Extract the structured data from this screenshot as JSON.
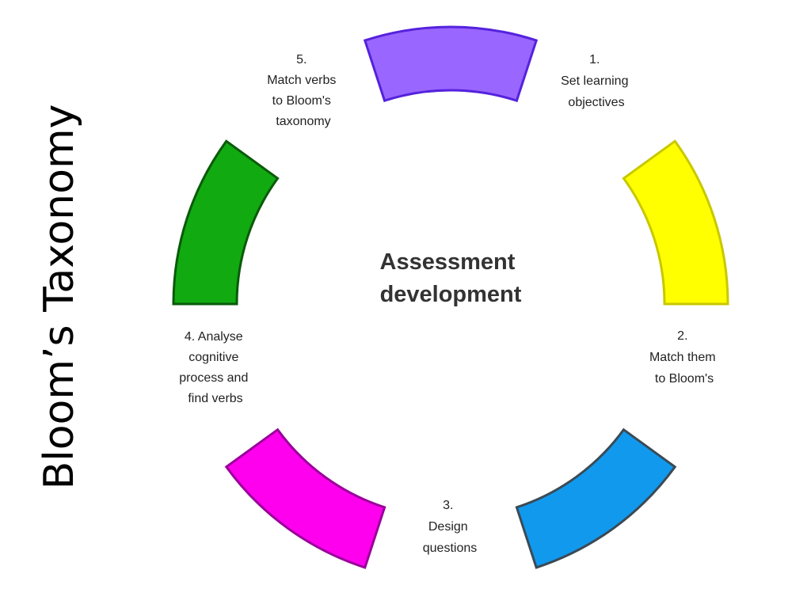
{
  "slide": {
    "title": "Bloom’s Taxonomy"
  },
  "diagram": {
    "center": {
      "lines": [
        "Assessment",
        "development"
      ]
    },
    "steps": [
      {
        "lines": [
          "1.",
          "Set learning",
          "objectives"
        ],
        "fill": "#ffff00",
        "stroke": "#c8c800"
      },
      {
        "lines": [
          "2.",
          "Match them",
          "to Bloom's"
        ],
        "fill": "#1199ee",
        "stroke": "#3a4a55"
      },
      {
        "lines": [
          "3.",
          "Design",
          "questions"
        ],
        "fill": "#ff00ee",
        "stroke": "#9a009a"
      },
      {
        "lines": [
          "4. Analyse",
          "cognitive",
          "process and",
          "find verbs"
        ],
        "fill": "#11aa11",
        "stroke": "#0a5a0a"
      },
      {
        "lines": [
          "5.",
          "Match verbs",
          "to Bloom's",
          "taxonomy"
        ],
        "fill": "#9966ff",
        "stroke": "#5522dd"
      }
    ]
  }
}
